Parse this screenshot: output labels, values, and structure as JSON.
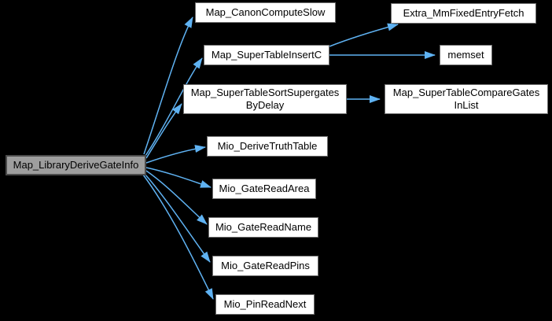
{
  "diagram": {
    "type": "call-graph",
    "background_color": "#000000",
    "edge_color": "#5FB2F2",
    "root": {
      "label": "Map_LibraryDeriveGateInfo",
      "lines": [
        "Map_LibraryDeriveGateInfo"
      ],
      "fill_color": "#9E9E9E",
      "border_color": "#4B4B4B"
    },
    "nodes": [
      {
        "label": "Map_CanonComputeSlow",
        "lines": [
          "Map_CanonComputeSlow"
        ]
      },
      {
        "label": "Map_SuperTableInsertC",
        "lines": [
          "Map_SuperTableInsertC"
        ]
      },
      {
        "label": "Extra_MmFixedEntryFetch",
        "lines": [
          "Extra_MmFixedEntryFetch"
        ]
      },
      {
        "label": "memset",
        "lines": [
          "memset"
        ]
      },
      {
        "label": "Map_SuperTableSortSupergatesByDelay",
        "lines": [
          "Map_SuperTableSortSupergates",
          "ByDelay"
        ]
      },
      {
        "label": "Map_SuperTableCompareGatesInList",
        "lines": [
          "Map_SuperTableCompareGates",
          "InList"
        ]
      },
      {
        "label": "Mio_DeriveTruthTable",
        "lines": [
          "Mio_DeriveTruthTable"
        ]
      },
      {
        "label": "Mio_GateReadArea",
        "lines": [
          "Mio_GateReadArea"
        ]
      },
      {
        "label": "Mio_GateReadName",
        "lines": [
          "Mio_GateReadName"
        ]
      },
      {
        "label": "Mio_GateReadPins",
        "lines": [
          "Mio_GateReadPins"
        ]
      },
      {
        "label": "Mio_PinReadNext",
        "lines": [
          "Mio_PinReadNext"
        ]
      }
    ],
    "edges": [
      {
        "from": "Map_LibraryDeriveGateInfo",
        "to": "Map_CanonComputeSlow"
      },
      {
        "from": "Map_LibraryDeriveGateInfo",
        "to": "Map_SuperTableInsertC"
      },
      {
        "from": "Map_LibraryDeriveGateInfo",
        "to": "Map_SuperTableSortSupergatesByDelay"
      },
      {
        "from": "Map_LibraryDeriveGateInfo",
        "to": "Mio_DeriveTruthTable"
      },
      {
        "from": "Map_LibraryDeriveGateInfo",
        "to": "Mio_GateReadArea"
      },
      {
        "from": "Map_LibraryDeriveGateInfo",
        "to": "Mio_GateReadName"
      },
      {
        "from": "Map_LibraryDeriveGateInfo",
        "to": "Mio_GateReadPins"
      },
      {
        "from": "Map_LibraryDeriveGateInfo",
        "to": "Mio_PinReadNext"
      },
      {
        "from": "Map_SuperTableInsertC",
        "to": "Extra_MmFixedEntryFetch"
      },
      {
        "from": "Map_SuperTableInsertC",
        "to": "memset"
      },
      {
        "from": "Map_SuperTableSortSupergatesByDelay",
        "to": "Map_SuperTableCompareGatesInList"
      }
    ]
  }
}
